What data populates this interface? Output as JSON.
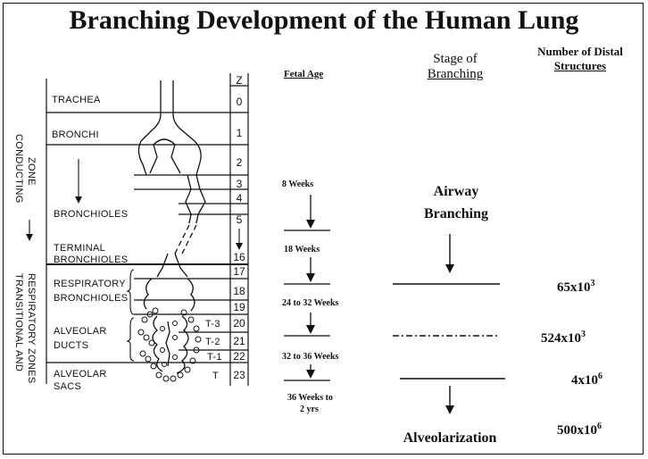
{
  "title": "Branching Development of the Human Lung",
  "headers": {
    "fetal_age": "Fetal Age",
    "stage_line1": "Stage of",
    "stage_line2": "Branching",
    "distal_line1": "Number of Distal",
    "distal_line2": "Structures"
  },
  "zones": {
    "conducting_line1": "CONDUCTING",
    "conducting_line2": "ZONE",
    "transitional_line1": "TRANSITIONAL  AND",
    "transitional_line2": "RESPIRATORY ZONES"
  },
  "structures": {
    "trachea": "TRACHEA",
    "bronchi": "BRONCHI",
    "bronchioles": "BRONCHIOLES",
    "terminal_line1": "TERMINAL",
    "terminal_line2": "BRONCHIOLES",
    "respiratory_line1": "RESPIRATORY",
    "respiratory_line2": "BRONCHIOLES",
    "alveolar_ducts_line1": "ALVEOLAR",
    "alveolar_ducts_line2": "DUCTS",
    "alveolar_sacs_line1": "ALVEOLAR",
    "alveolar_sacs_line2": "SACS"
  },
  "t_labels": {
    "t3": "T-3",
    "t2": "T-2",
    "t1": "T-1",
    "t": "T"
  },
  "generations": {
    "header": "Z",
    "values": [
      "0",
      "1",
      "2",
      "3",
      "4",
      "5",
      "16",
      "17",
      "18",
      "19",
      "20",
      "21",
      "22",
      "23"
    ]
  },
  "fetal_ages": {
    "w8": "8 Weeks",
    "w18": "18 Weeks",
    "w24_32": "24 to 32 Weeks",
    "w32_36": "32 to 36 Weeks",
    "w36_line1": "36 Weeks to",
    "w36_line2": "2 yrs"
  },
  "stages": {
    "airway_line1": "Airway",
    "airway_line2": "Branching",
    "alveolarization": "Alveolarization"
  },
  "counts": [
    {
      "mantissa": "65x10",
      "exponent": "3"
    },
    {
      "mantissa": "524x10",
      "exponent": "3"
    },
    {
      "mantissa": "4x10",
      "exponent": "6"
    },
    {
      "mantissa": "500x10",
      "exponent": "6"
    }
  ]
}
